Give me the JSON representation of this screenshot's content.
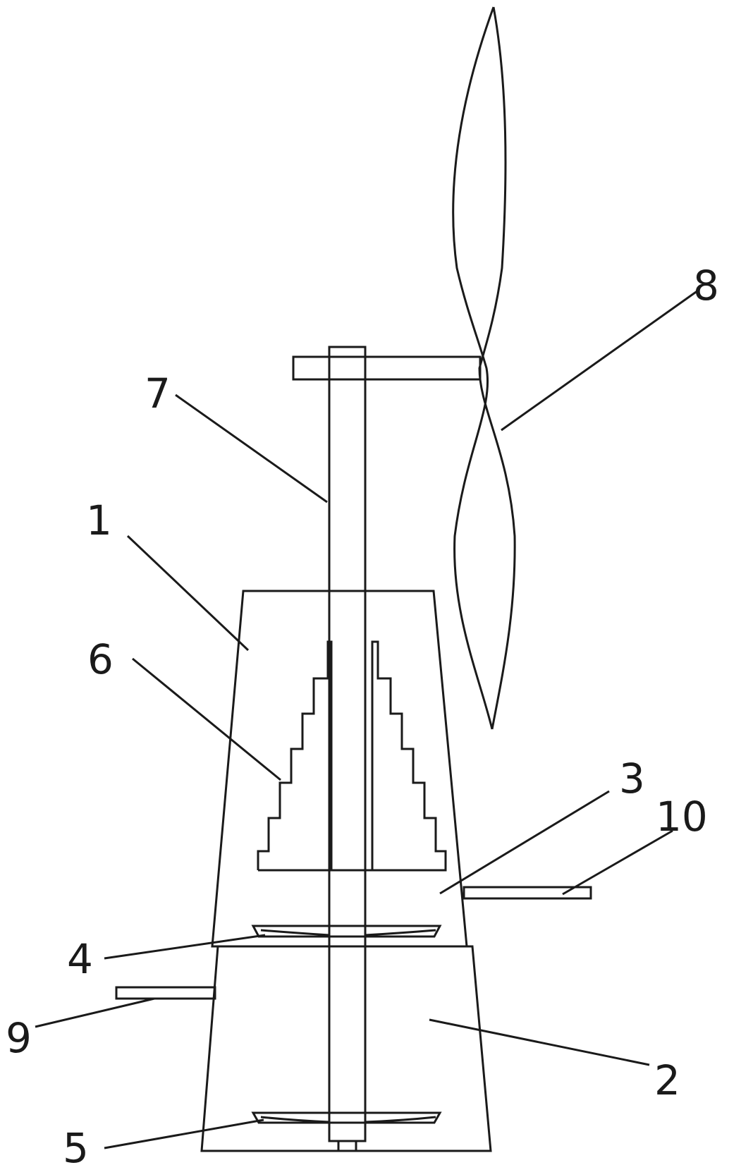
{
  "colors": {
    "stroke": "#1a1a1a",
    "background": "#ffffff"
  },
  "labels": {
    "l1": "1",
    "l2": "2",
    "l3": "3",
    "l4": "4",
    "l5": "5",
    "l6": "6",
    "l7": "7",
    "l8": "8",
    "l9": "9",
    "l10": "10"
  }
}
